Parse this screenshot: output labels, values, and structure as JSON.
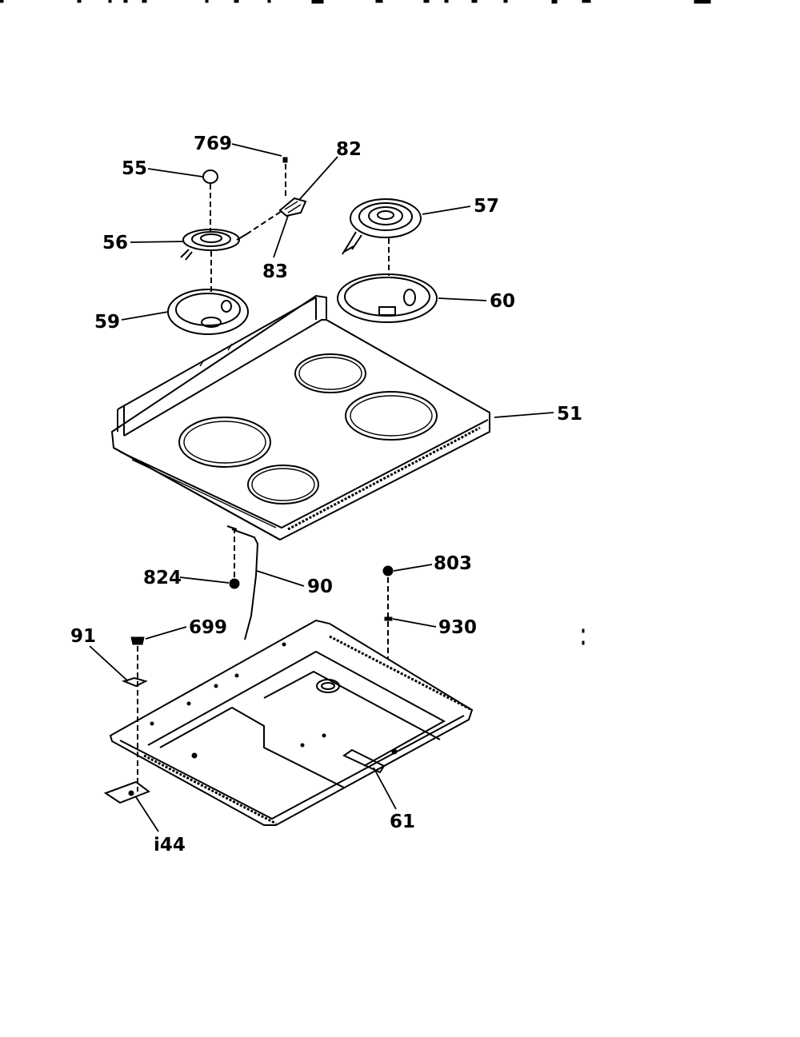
{
  "diagram": {
    "labels": {
      "p769": "769",
      "p82": "82",
      "p55": "55",
      "p57": "57",
      "p56": "56",
      "p83": "83",
      "p60": "60",
      "p59": "59",
      "p51": "51",
      "p803": "803",
      "p824": "824",
      "p90": "90",
      "p91": "91",
      "p699": "699",
      "p930": "930",
      "p61": "61",
      "p144": "i44"
    }
  }
}
